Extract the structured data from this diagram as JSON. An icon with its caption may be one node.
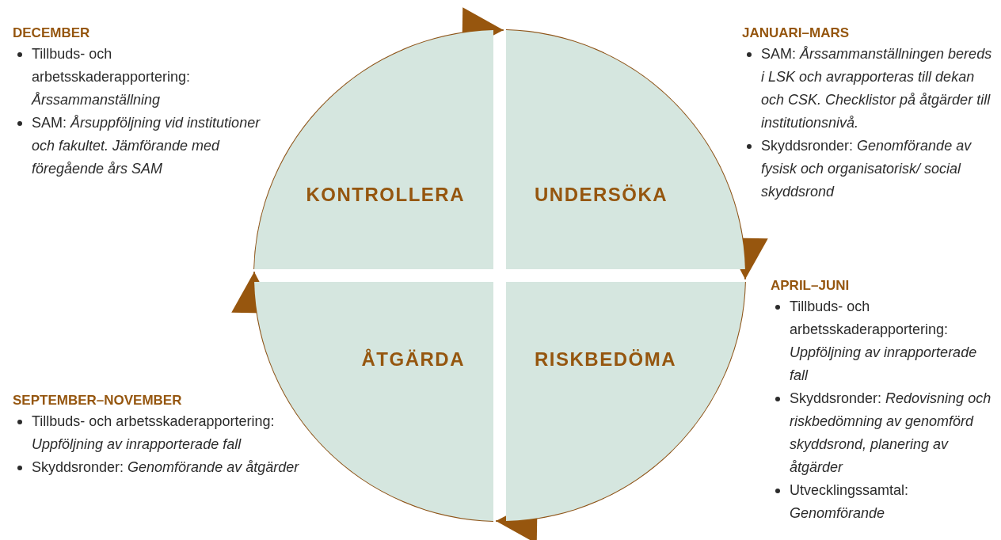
{
  "diagram": {
    "nodes": [
      {
        "text": [
          "KONTROLLERA"
        ]
      },
      {
        "text": [
          "UNDERSÖKA"
        ]
      },
      {
        "text": [
          "ÅTGÄRDA"
        ]
      },
      {
        "text": [
          "RISKBEDÖMA"
        ]
      }
    ],
    "edges": [
      {
        "from": 0,
        "to": 1,
        "arrow": "to"
      },
      {
        "from": 1,
        "to": 3,
        "arrow": "to"
      },
      {
        "from": 3,
        "to": 2,
        "arrow": "to"
      },
      {
        "from": 2,
        "to": 0,
        "arrow": "to"
      }
    ],
    "labels": [
      "DECEMBER",
      "Tillbuds- och arbetsskaderapportering: *Årssammanställning*",
      "SAM: *Årsuppföljning vid institutioner och fakultet. Jämförande med föregående års SAM*",
      "JANUARI–MARS",
      "SAM: *Årssammanställningen bereds i LSK och avrapporteras till dekan och CSK. Checklistor på åtgärder till institutionsnivå.*",
      "Skyddsronder: *Genomförande av fysisk och organisatorisk/ social skyddsrond*",
      "APRIL–JUNI",
      "Tillbuds- och arbetsskaderapportering: *Uppföljning av inrapporterade fall*",
      "Skyddsronder: *Redovisning och riskbedömning av genomförd skyddsrond, planering av åtgärder*",
      "Utvecklingssamtal: *Genomförande*",
      "SEPTEMBER–NOVEMBER",
      "Tillbuds- och arbetsskaderapportering: *Uppföljning av inrapporterade fall*",
      "Skyddsronder: *Genomförande av åtgärder*"
    ]
  }
}
